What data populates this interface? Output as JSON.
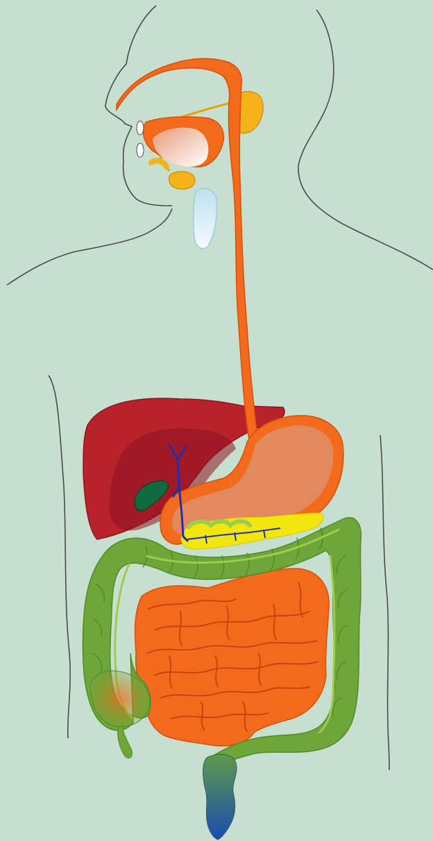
{
  "diagram": {
    "labels": []
  },
  "colors": {
    "background": "#c6dfcf",
    "outline": "#4a4a4a",
    "digestive_tract": "#f26a1b",
    "tract_edge": "#d94f0b",
    "stomach_inner": "#e2895e",
    "liver": "#b8222b",
    "liver_shade": "#8e1320",
    "gallbladder": "#0e6b3d",
    "bile_duct": "#1f2fb0",
    "pancreas": "#f2e60c",
    "colon": "#6ea63a",
    "colon_light": "#9ccd4c",
    "rectum_top": "#4a8a5a",
    "rectum_bottom": "#1a4cb0",
    "salivary_gland": "#f4b31a",
    "trachea": "#d9eef7",
    "teeth": "#ffffff"
  },
  "organs": [
    "body-outline",
    "esophagus",
    "salivary-glands",
    "trachea",
    "liver",
    "gallbladder",
    "stomach",
    "pancreas",
    "large-intestine",
    "small-intestine",
    "appendix",
    "rectum"
  ]
}
